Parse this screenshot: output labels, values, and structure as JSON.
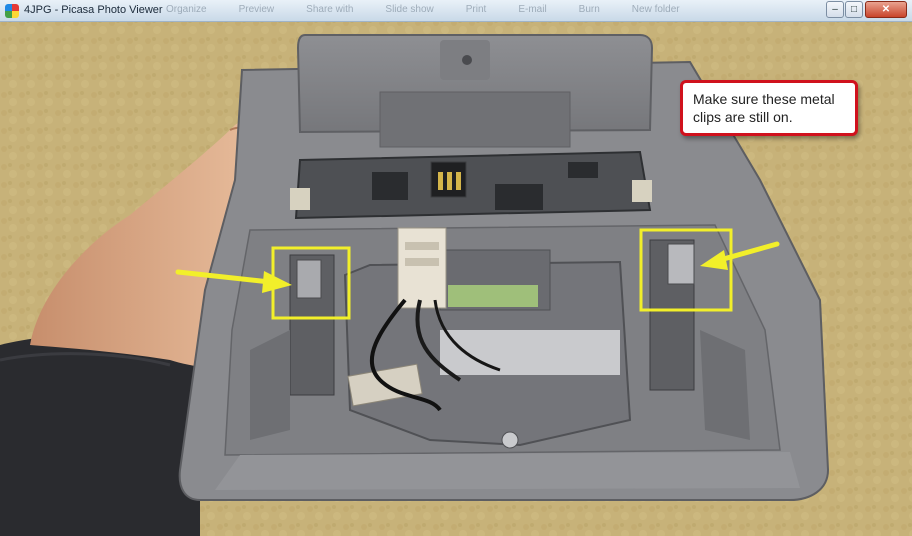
{
  "window": {
    "title": "4JPG - Picasa Photo Viewer",
    "min_label": "–",
    "max_label": "□",
    "close_label": "✕"
  },
  "toolbar": {
    "items": [
      "Organize",
      "Preview",
      "Share with",
      "Slide show",
      "Print",
      "E-mail",
      "Burn",
      "New folder"
    ]
  },
  "photo": {
    "callout_text": "Make sure these metal clips are still on.",
    "callout_border_color": "#d0111d",
    "highlight_color": "#f2ef2a",
    "arrow_color": "#f2ef2a"
  }
}
